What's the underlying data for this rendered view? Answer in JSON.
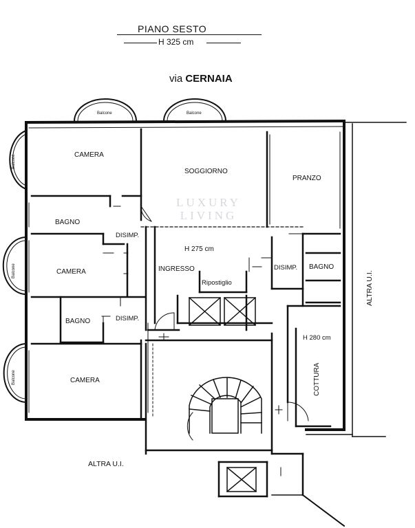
{
  "header": {
    "title": "PIANO SESTO",
    "height": "H 325 cm",
    "street": "via CERNAIA"
  },
  "rooms": {
    "camera_1": "CAMERA",
    "soggiorno": "SOGGIORNO",
    "pranzo": "PRANZO",
    "bagno_1": "BAGNO",
    "disimp_1": "DISIMP.",
    "camera_2": "CAMERA",
    "ingresso": "INGRESSO",
    "ripostiglio": "Ripostiglio",
    "disimp_2": "DISIMP.",
    "bagno_2": "BAGNO",
    "bagno_3": "BAGNO",
    "disimp_3": "DISIMP.",
    "camera_3": "CAMERA",
    "cottura": "COTTURA"
  },
  "heights": {
    "hall": "H 275 cm",
    "kitchen": "H 280 cm"
  },
  "balconies": {
    "top_1": "Balcone",
    "top_2": "Balcone",
    "side_1": "Balcone",
    "side_2": "Balcone",
    "side_3": "Balcone"
  },
  "neighbors": {
    "bottom": "ALTRA U.I.",
    "right": "ALTRA U.I."
  },
  "watermark": {
    "line1": "LUXURY",
    "line2": "LIVING"
  }
}
